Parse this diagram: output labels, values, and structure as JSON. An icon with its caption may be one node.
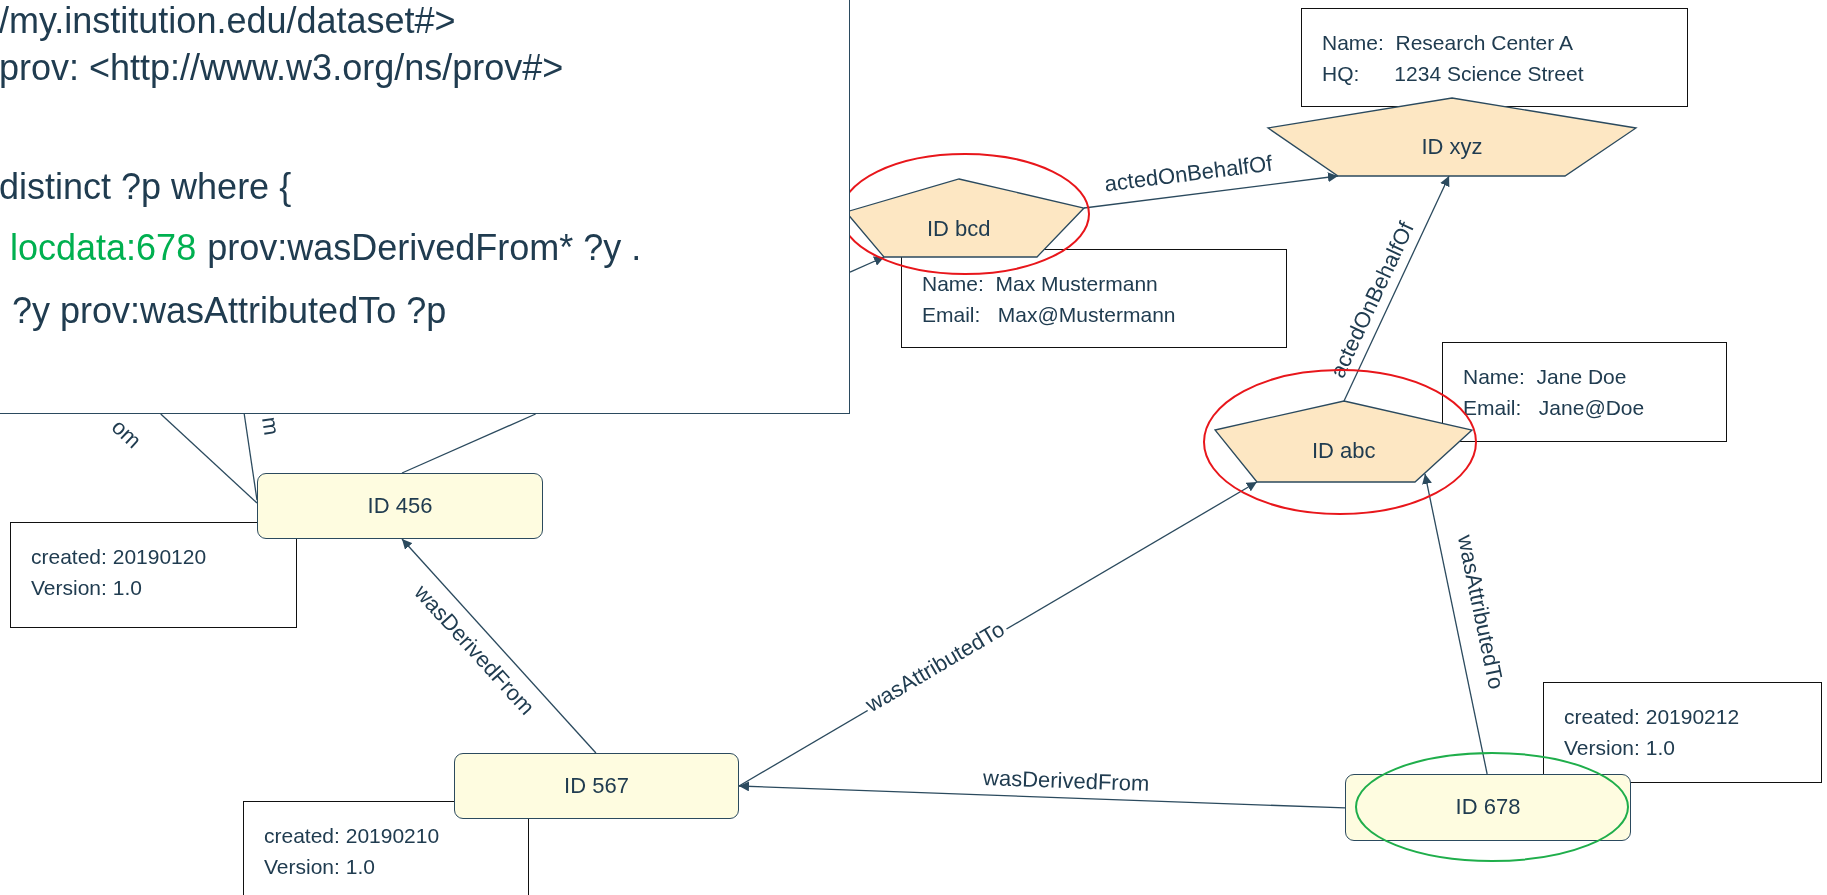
{
  "diagram": {
    "nodes": [
      {
        "text": [
          "/my.institution.edu/dataset#>",
          "prov: <http://www.w3.org/ns/prov#>",
          "distinct ?p where {",
          "locdata:678",
          "prov:wasDerivedFrom* ?y .",
          "?y prov:wasAttributedTo ?p"
        ]
      },
      {
        "text": [
          "Name:  Research Center A",
          "HQ:      1234 Science Street"
        ]
      },
      {
        "text": [
          "ID xyz"
        ]
      },
      {
        "text": [
          "ID bcd"
        ]
      },
      {
        "text": [
          "Name:  Max Mustermann",
          "Email:   Max@Mustermann"
        ]
      },
      {
        "text": [
          "Name:  Jane Doe",
          "Email:   Jane@Doe"
        ]
      },
      {
        "text": [
          "ID abc"
        ]
      },
      {
        "text": [
          "ID 456"
        ]
      },
      {
        "text": [
          "created: 20190120",
          "Version: 1.0"
        ]
      },
      {
        "text": [
          "created: 20190212",
          "Version: 1.0"
        ]
      },
      {
        "text": [
          "ID 567"
        ]
      },
      {
        "text": [
          "ID 678"
        ]
      },
      {
        "text": [
          "created: 20190210",
          "Version: 1.0"
        ]
      }
    ],
    "edges": [
      {
        "from": 3,
        "to": 2,
        "arrow": "to",
        "label": "actedOnBehalfOf"
      },
      {
        "from": 6,
        "to": 2,
        "arrow": "to",
        "label": "actedOnBehalfOf"
      },
      {
        "from": 10,
        "to": 7,
        "arrow": "to",
        "label": "wasDerivedFrom"
      },
      {
        "from": 10,
        "to": 6,
        "arrow": "to",
        "label": "wasAttributedTo"
      },
      {
        "from": 11,
        "to": 6,
        "arrow": "to",
        "label": "wasAttributedTo"
      },
      {
        "from": 11,
        "to": 10,
        "arrow": "to",
        "label": "wasDerivedFrom"
      },
      {
        "from": 0,
        "to": 3,
        "arrow": "to"
      },
      {
        "from": 7,
        "to": 0,
        "arrow": "none",
        "label": "om"
      },
      {
        "from": 7,
        "to": 0,
        "arrow": "none",
        "label": "m"
      },
      {
        "from": 7,
        "to": 0,
        "arrow": "none"
      }
    ]
  }
}
